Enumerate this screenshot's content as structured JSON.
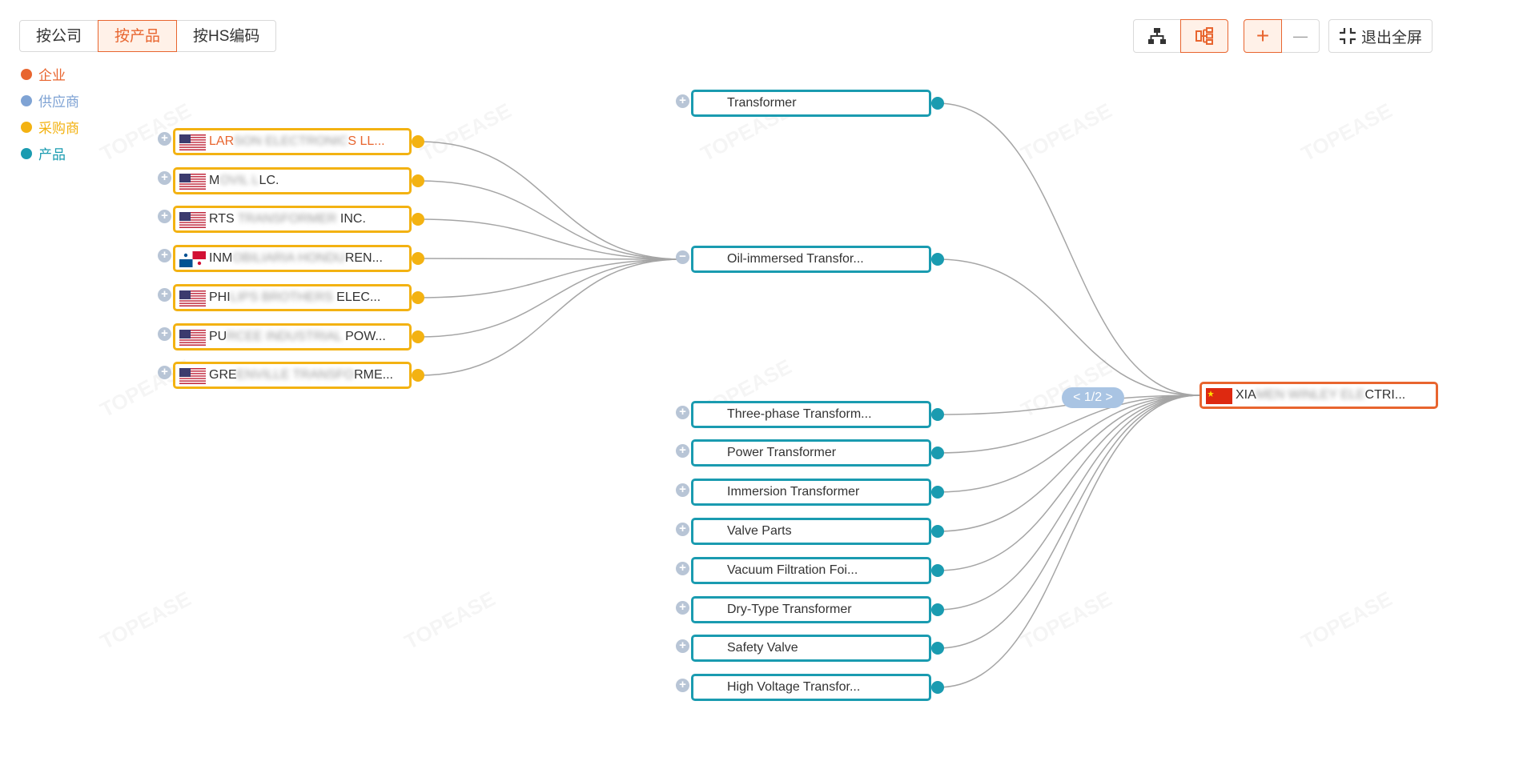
{
  "tabs": [
    {
      "label": "按公司",
      "active": false
    },
    {
      "label": "按产品",
      "active": true
    },
    {
      "label": "按HS编码",
      "active": false
    }
  ],
  "legend": [
    {
      "label": "企业",
      "color": "#e8652f"
    },
    {
      "label": "供应商",
      "color": "#7fa3d4"
    },
    {
      "label": "采购商",
      "color": "#f3b212"
    },
    {
      "label": "产品",
      "color": "#1a9bb0"
    }
  ],
  "toolbar": {
    "tree_icon": "org-tree-icon",
    "graph_icon": "horizontal-tree-icon",
    "zoom_in": "+",
    "zoom_out": "—",
    "fullscreen_label": "退出全屏"
  },
  "buyers": [
    {
      "flag": "us",
      "prefix": "LAR",
      "hidden": "SON ELECTRONIC",
      "suffix": "S LL..."
    },
    {
      "flag": "us",
      "prefix": "M",
      "hidden": "OVIL L",
      "suffix": "LC."
    },
    {
      "flag": "us",
      "prefix": "RTS ",
      "hidden": "TRANSFORMER",
      "suffix": " INC."
    },
    {
      "flag": "pa",
      "prefix": "INM",
      "hidden": "OBILIARIA HONDU",
      "suffix": "REN..."
    },
    {
      "flag": "us",
      "prefix": "PHI",
      "hidden": "LIPS BROTHERS",
      "suffix": " ELEC..."
    },
    {
      "flag": "us",
      "prefix": "PU",
      "hidden": "RCEE INDUSTRIAL",
      "suffix": " POW..."
    },
    {
      "flag": "us",
      "prefix": "GRE",
      "hidden": "ENVILLE TRANSFO",
      "suffix": "RME..."
    }
  ],
  "products": [
    "Transformer",
    "Oil-immersed Transfor...",
    "Three-phase Transform...",
    "Power Transformer",
    "Immersion Transformer",
    "Valve Parts",
    "Vacuum Filtration Foi...",
    "Dry-Type Transformer",
    "Safety Valve",
    "High Voltage Transfor..."
  ],
  "center": {
    "flag": "cn",
    "prefix": "XIA",
    "hidden": "MEN WINLEY ELE",
    "suffix": "CTRI..."
  },
  "pager": "< 1/2 >",
  "watermark": "TOPEASE",
  "expander_plus": "+",
  "expander_minus": "−"
}
